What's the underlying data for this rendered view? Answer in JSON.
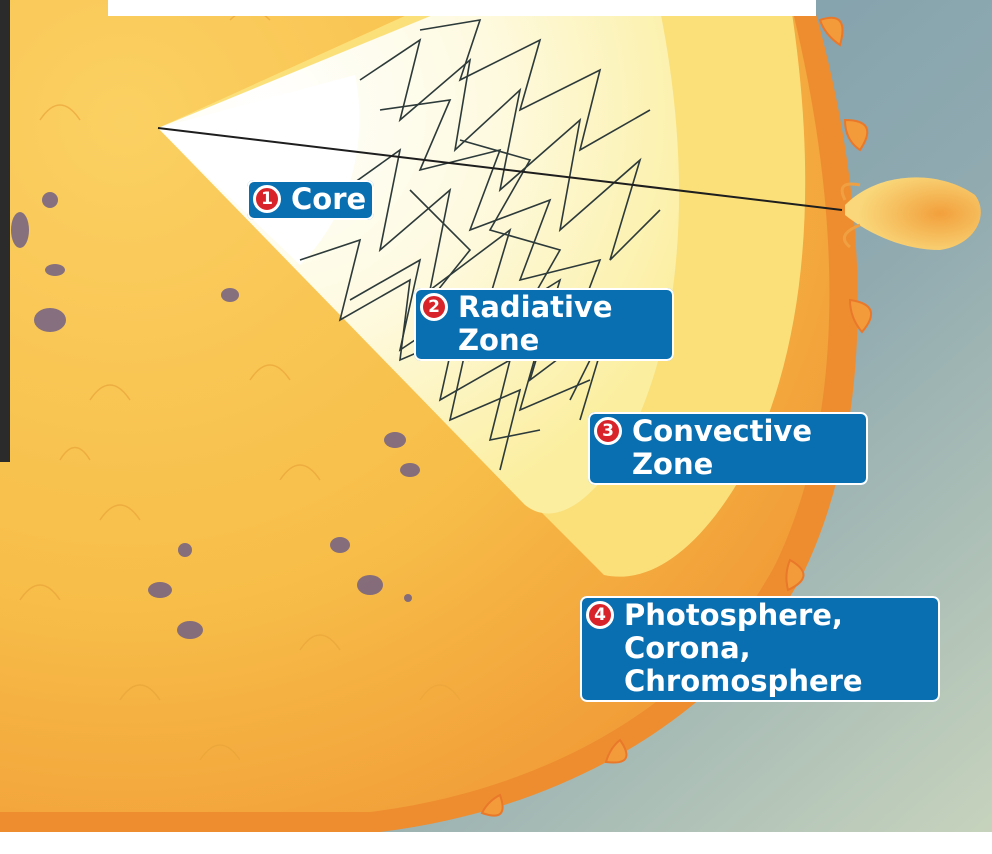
{
  "labels": [
    {
      "number": "1",
      "text": "Core"
    },
    {
      "number": "2",
      "text": "Radiative Zone"
    },
    {
      "number": "3",
      "text": "Convective Zone"
    },
    {
      "number": "4",
      "text": "Photosphere, Corona, Chromosphere"
    }
  ],
  "colors": {
    "label_bg": "#0a6fb0",
    "badge": "#d8232a",
    "sun_surface": "#f6c24a",
    "sun_rim": "#ef8a2a",
    "radiative_zone": "#fdf6c8",
    "convective_zone": "#fbe27a",
    "core": "#ffffff",
    "sky": "#8fa9b0"
  }
}
